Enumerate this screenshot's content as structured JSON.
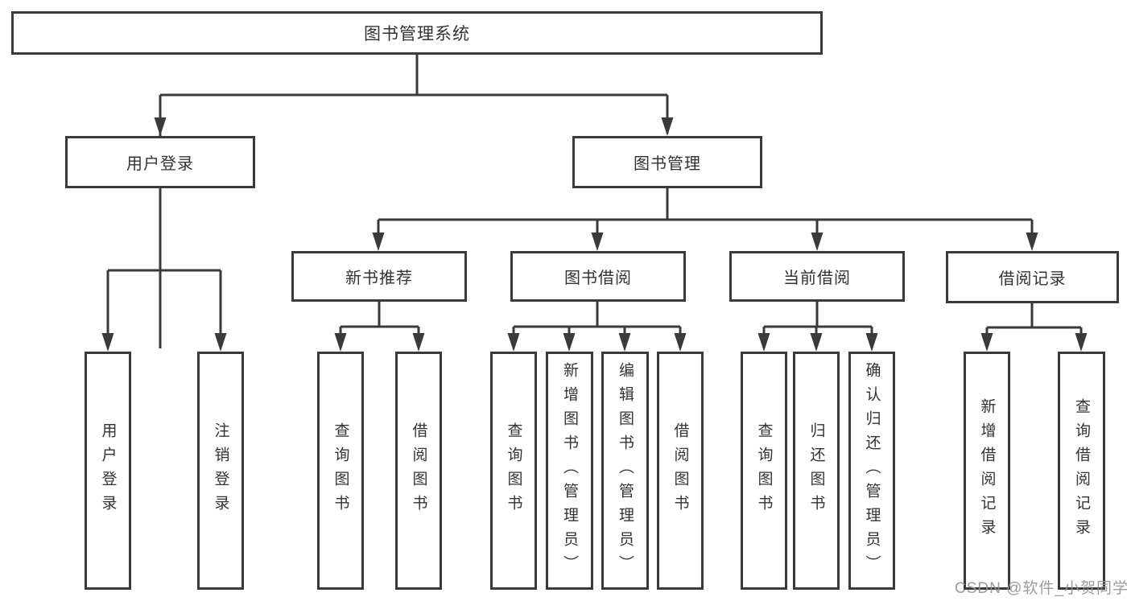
{
  "tree": {
    "root": {
      "label": "图书管理系统"
    },
    "children": [
      {
        "label": "用户登录",
        "children": [
          {
            "label": "用户登录"
          },
          {
            "label": "注销登录"
          }
        ]
      },
      {
        "label": "图书管理",
        "children": [
          {
            "label": "新书推荐",
            "children": [
              {
                "label": "查询图书"
              },
              {
                "label": "借阅图书"
              }
            ]
          },
          {
            "label": "图书借阅",
            "children": [
              {
                "label": "查询图书"
              },
              {
                "label": "新增图书（管理员）"
              },
              {
                "label": "编辑图书（管理员）"
              },
              {
                "label": "借阅图书"
              }
            ]
          },
          {
            "label": "当前借阅",
            "children": [
              {
                "label": "查询图书"
              },
              {
                "label": "归还图书"
              },
              {
                "label": "确认归还（管理员）"
              }
            ]
          },
          {
            "label": "借阅记录",
            "children": [
              {
                "label": "新增借阅记录"
              },
              {
                "label": "查询借阅记录"
              }
            ]
          }
        ]
      }
    ]
  },
  "watermark": {
    "text": "CSDN @软件_小贺同学"
  },
  "colors": {
    "line": "#3a3a3a",
    "node_border": "#3a3a3a",
    "node_text": "#333333",
    "node_background": "#ffffff",
    "page_background": "#ffffff",
    "watermark_text": "#949494"
  }
}
